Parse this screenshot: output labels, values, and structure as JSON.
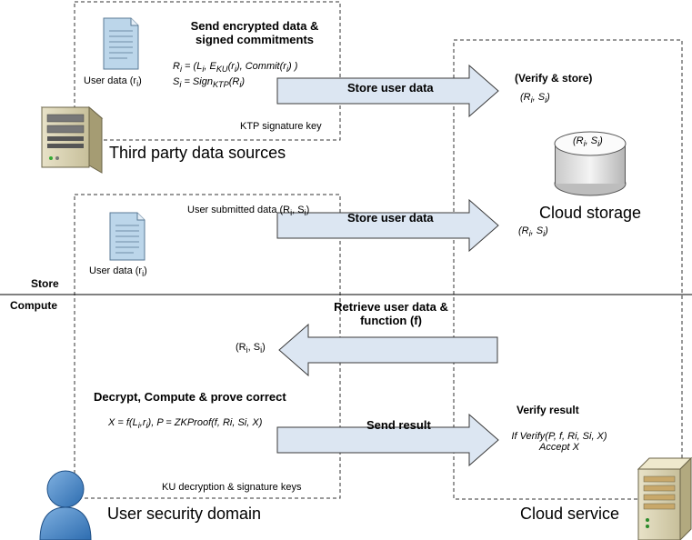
{
  "third_party": {
    "title": "Send encrypted data &",
    "title2": "signed commitments",
    "formula_r": "R",
    "formula_r_sub": "i",
    "formula_r_eq": " = (L",
    "formula_r_l_sub": "i",
    "formula_r_mid": ", E",
    "formula_r_e_sub": "KU",
    "formula_r_rest": "(r",
    "formula_r_ri_sub": "i",
    "formula_r_end": "), Commit(r",
    "formula_r_ci_sub": "i",
    "formula_r_close": ") )",
    "formula_s": "S",
    "formula_s_sub": "i",
    "formula_s_eq": " = Sign",
    "formula_s_ktp": "KTP",
    "formula_s_rest": "(R",
    "formula_s_ri_sub": "i",
    "formula_s_close": ")",
    "user_data": "User data (r",
    "user_data_sub": "i",
    "user_data_close": ")",
    "key_label": "KTP signature key",
    "domain_label": "Third party data sources"
  },
  "user_submitted": {
    "label": "User submitted data (R",
    "label_sub1": "i",
    "label_mid": ", S",
    "label_sub2": "i",
    "label_close": ")",
    "user_data": "User data (r",
    "user_data_sub": "i",
    "user_data_close": ")"
  },
  "cloud": {
    "verify_store": "(Verify & store)",
    "pair1": "(R",
    "pair1_sub1": "i",
    "pair1_mid": ", S",
    "pair1_sub2": "i",
    "pair1_close": ")",
    "storage_label": "Cloud storage",
    "cyl_text": "(R",
    "cyl_sub1": "i",
    "cyl_mid": ", S",
    "cyl_sub2": "i",
    "cyl_close": ")",
    "pair2": "(R",
    "pair2_sub1": "i",
    "pair2_mid": ", S",
    "pair2_sub2": "i",
    "pair2_close": ")",
    "verify_result": "Verify result",
    "verify_line1": "If Verify(P, f, Ri, Si, X)",
    "verify_line2": "Accept X",
    "service_label": "Cloud service"
  },
  "arrows": {
    "store1": "Store user data",
    "store2": "Store user data",
    "retrieve1": "Retrieve user data &",
    "retrieve2": "function (f)",
    "send_result": "Send result"
  },
  "divider": {
    "store": "Store",
    "compute": "Compute"
  },
  "user_domain": {
    "retrieved": "(R",
    "retrieved_sub1": "i",
    "retrieved_mid": ", S",
    "retrieved_sub2": "i",
    "retrieved_close": ")",
    "decrypt_title": "Decrypt, Compute & prove correct",
    "formula_x": "X = f(L",
    "formula_x_sub1": "i",
    "formula_x_mid": ",r",
    "formula_x_sub2": "i",
    "formula_x_rest": "), P = ZKProof(f, Ri, Si, X)",
    "keys_label": "KU decryption & signature keys",
    "domain_label": "User security domain"
  },
  "colors": {
    "arrow_fill": "#dce6f2",
    "arrow_stroke": "#3b3b3b",
    "doc_fill": "#bcd6ea",
    "user_blue": "#4a86c8"
  }
}
